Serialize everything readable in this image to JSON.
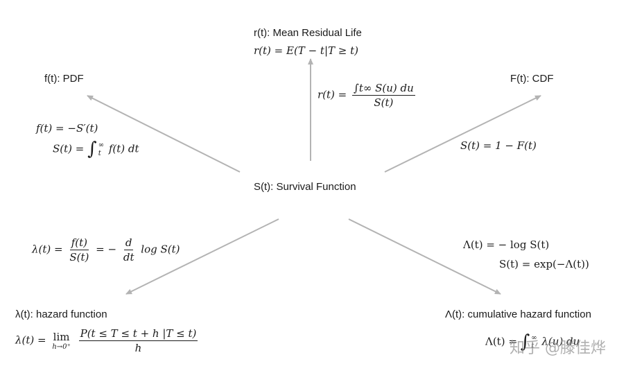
{
  "center": {
    "label": "S(t): Survival Function"
  },
  "nodes": {
    "mrl": {
      "label": "r(t): Mean Residual Life",
      "def": "r(t) = E(T − t|T ≥ t)"
    },
    "pdf": {
      "label": "f(t): PDF"
    },
    "cdf": {
      "label": "F(t): CDF"
    },
    "hazard": {
      "label": "λ(t): hazard function"
    },
    "cumhazard": {
      "label": "Λ(t): cumulative hazard function"
    }
  },
  "edges": {
    "to_mrl": {
      "lhs": "r(t) =",
      "num": "∫t∞ S(u) du",
      "den": "S(t)"
    },
    "to_pdf": {
      "line1": "f(t) = −S′(t)",
      "line2_lhs": "S(t) =",
      "line2_rhs": "f(t) dt"
    },
    "to_cdf": {
      "eq": "S(t) = 1 − F(t)"
    },
    "to_hazard": {
      "lhs": "λ(t) =",
      "num1": "f(t)",
      "den1": "S(t)",
      "mid": "= −",
      "num2": "d",
      "den2": "dt",
      "rhs": "log S(t)"
    },
    "to_cumhazard": {
      "line1": "Λ(t) = − log S(t)",
      "line2": "S(t) = exp(−Λ(t))"
    }
  },
  "hazard_def": {
    "lhs": "λ(t) =",
    "lim": "lim",
    "lim_sub": "h→0⁺",
    "num": "P(t ≤ T ≤ t + h |T ≤ t)",
    "den": "h"
  },
  "cumhazard_def": {
    "lhs": "Λ(t) =",
    "rhs": "λ(u) du"
  },
  "watermark": "知乎 @滕佳烨",
  "colors": {
    "arrow": "#b3b3b3",
    "text": "#1a1a1a"
  }
}
